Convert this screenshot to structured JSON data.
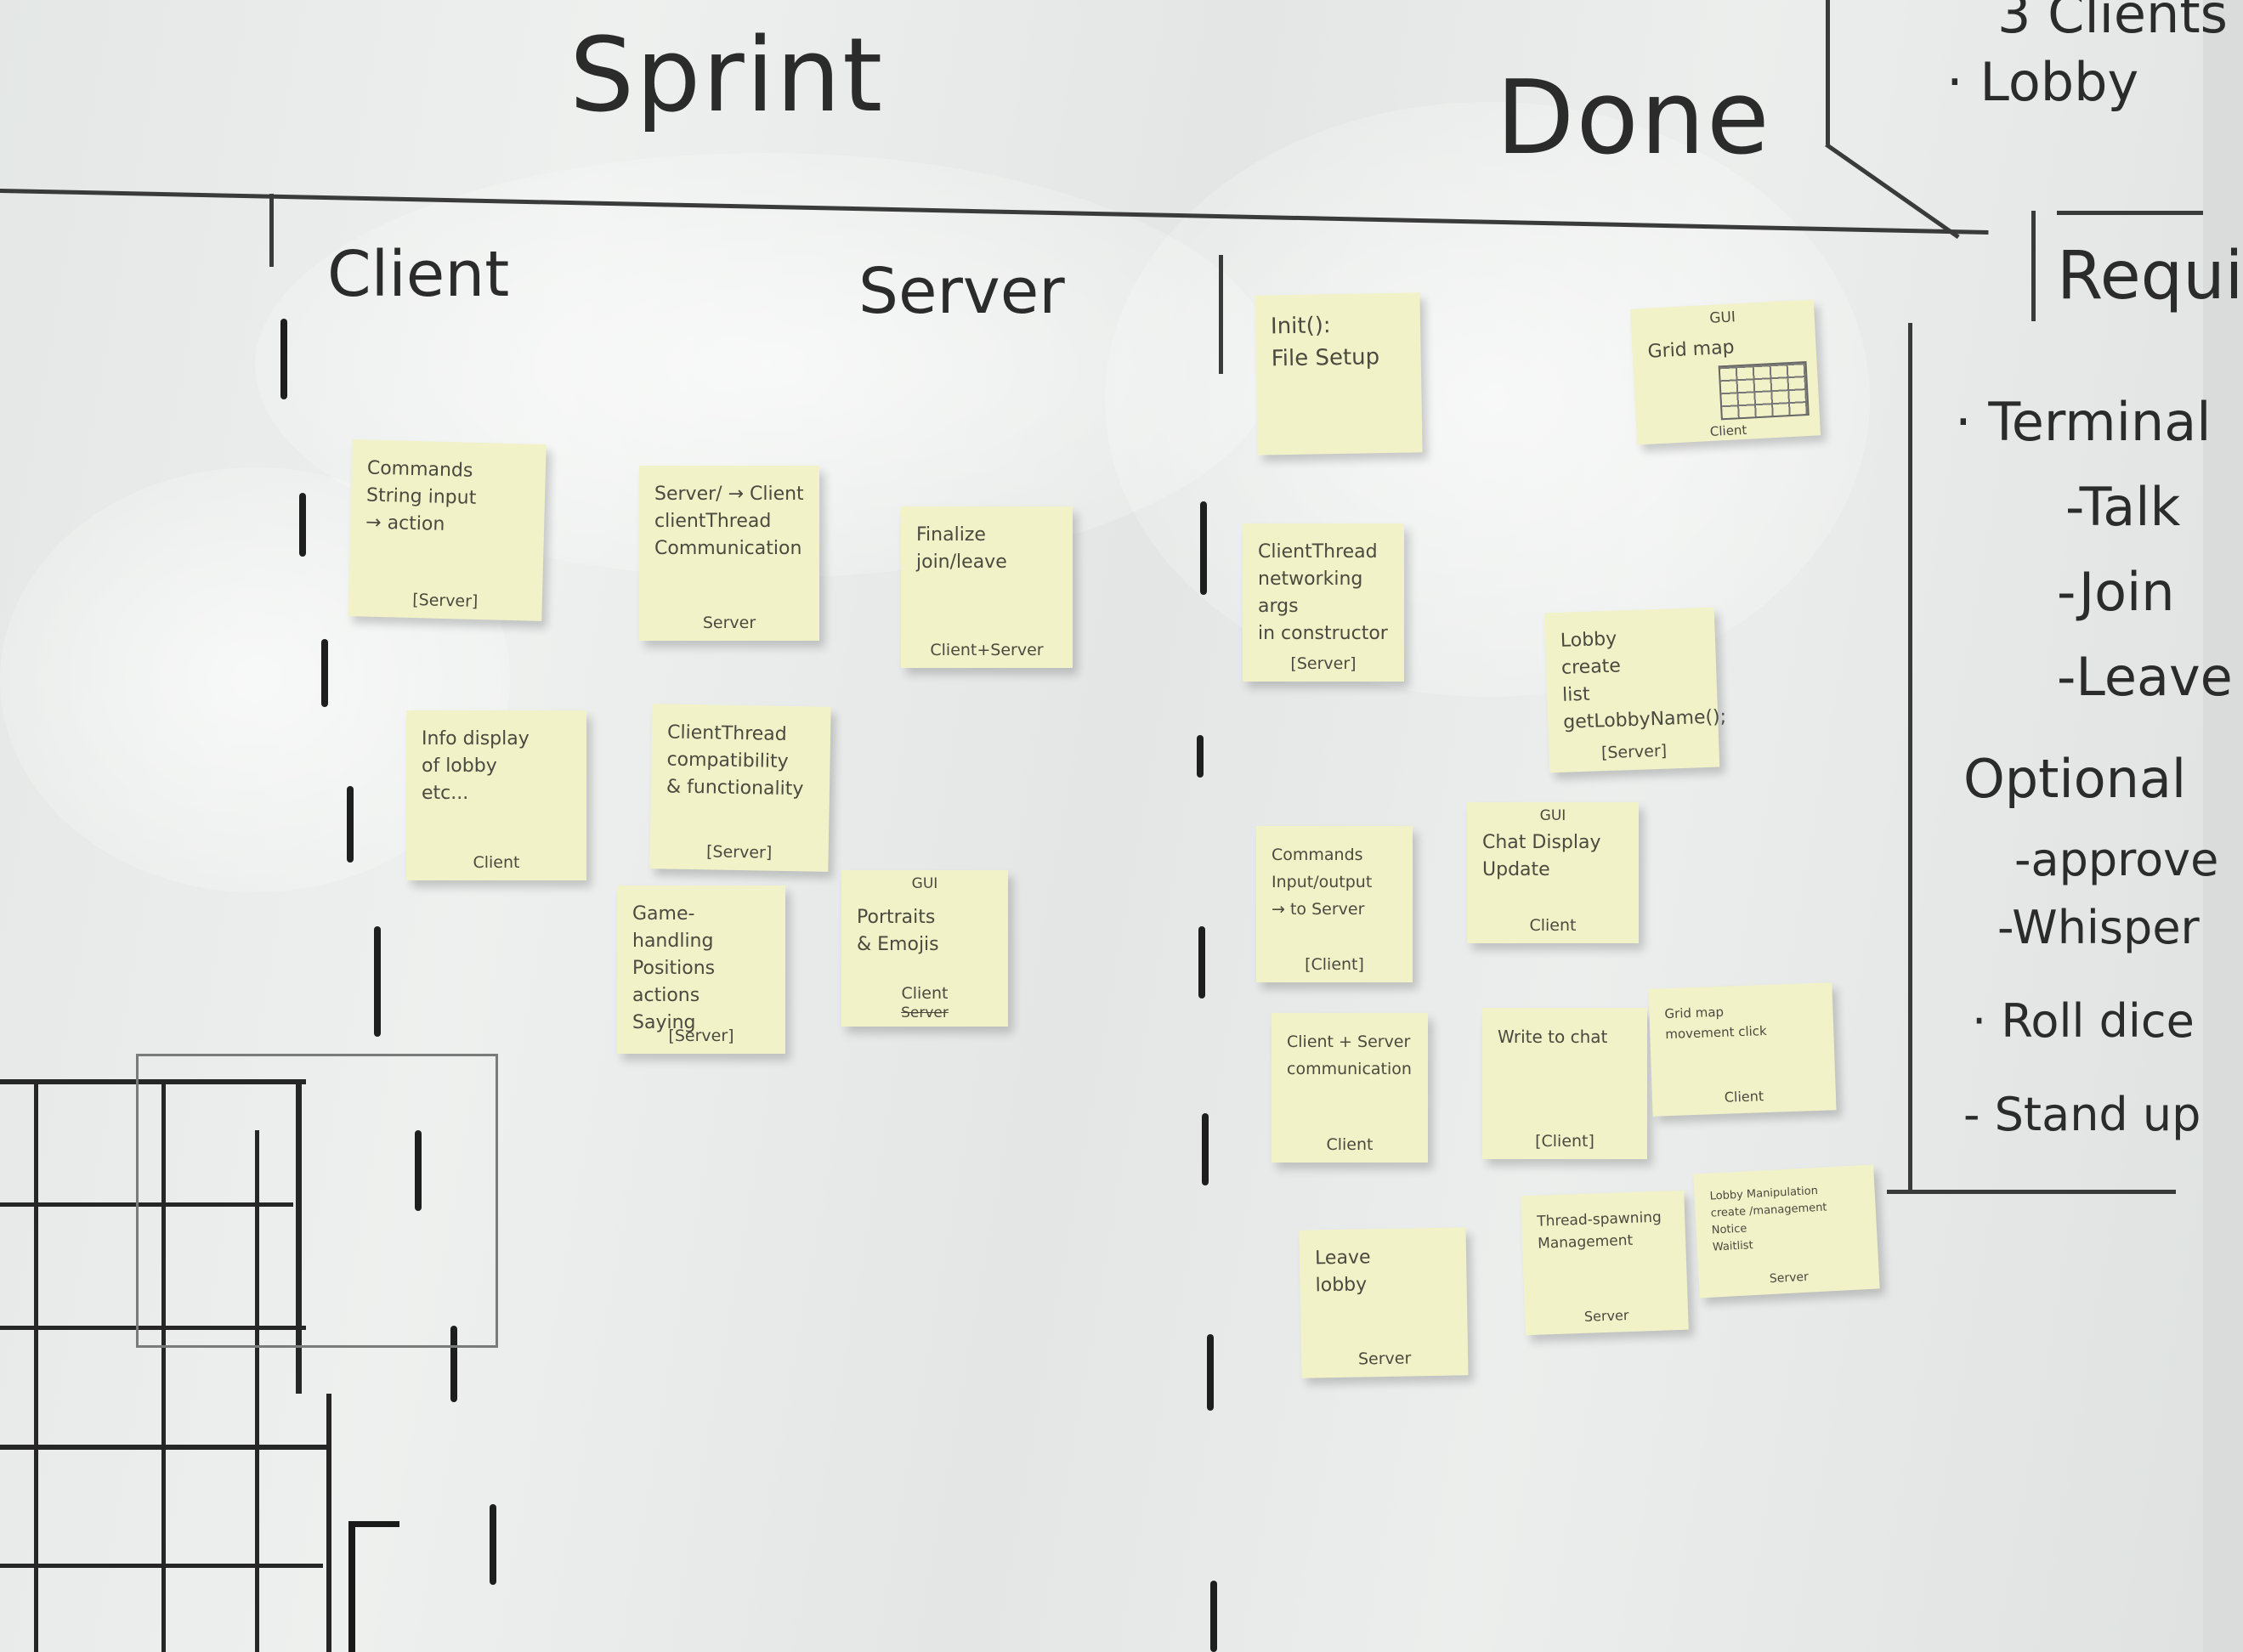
{
  "headers": {
    "sprint": "Sprint",
    "done": "Done",
    "client": "Client",
    "server": "Server"
  },
  "top_right": {
    "item_1": "3 Clients",
    "item_2": "· Lobby",
    "requirements": "Requi"
  },
  "requirements_list": {
    "terminal": "· Terminal",
    "talk": "-Talk",
    "join": "-Join",
    "leave": "-Leave",
    "optional": "Optional",
    "approve": "-approve",
    "whisper": "-Whisper",
    "roll": "· Roll dice",
    "standup": "- Stand up"
  },
  "sprint_notes": {
    "commands": {
      "text": "Commands\nString input\n→ action",
      "footer": "[Server]"
    },
    "server_client": {
      "text": "Server/ → Client\nclientThread\nCommunication",
      "footer": "Server"
    },
    "finalize": {
      "text": "Finalize join/leave",
      "footer": "Client+Server"
    },
    "info_display": {
      "text": "Info display\nof lobby\netc...",
      "footer": "Client"
    },
    "clientthread_compat": {
      "text": "ClientThread\ncompatibility\n& functionality",
      "footer": "[Server]"
    },
    "game_handling": {
      "text": "Game-handling\nPositions\nactions\nSaying",
      "footer": "[Server]"
    },
    "gui_portraits": {
      "tag": "GUI",
      "text": "Portraits\n& Emojis",
      "footer": "Client",
      "footer_struck": "Server"
    }
  },
  "done_notes": {
    "init": {
      "text": "Init():\nFile Setup",
      "footer": ""
    },
    "gui_grid": {
      "tag": "GUI",
      "text": "Grid map",
      "footer": "Client"
    },
    "clientthread_net": {
      "text": "ClientThread\nnetworking args\nin constructor",
      "footer": "[Server]"
    },
    "lobby": {
      "text": "Lobby\ncreate\nlist\ngetLobbyName();",
      "footer": "[Server]"
    },
    "commands_io": {
      "text": "Commands\nInput/output\n→ to Server",
      "footer": "[Client]"
    },
    "chat_display": {
      "tag": "GUI",
      "text": "Chat Display\nUpdate",
      "footer": "Client"
    },
    "client_server_comm": {
      "text": "Client + Server\ncommunication",
      "footer": "Client"
    },
    "write_chat": {
      "text": "Write to chat",
      "footer": "[Client]"
    },
    "grid_map_click": {
      "text": "Grid map\nmovement click",
      "footer": "Client"
    },
    "leave_lobby": {
      "text": "Leave\nlobby",
      "footer": "Server"
    },
    "thread_spawning": {
      "text": "Thread-spawning\nManagement",
      "footer": "Server"
    },
    "lobby_manipulation": {
      "text": "Lobby   Manipulation\ncreate   /management\nNotice\nWaitlist",
      "footer": "Server"
    }
  }
}
